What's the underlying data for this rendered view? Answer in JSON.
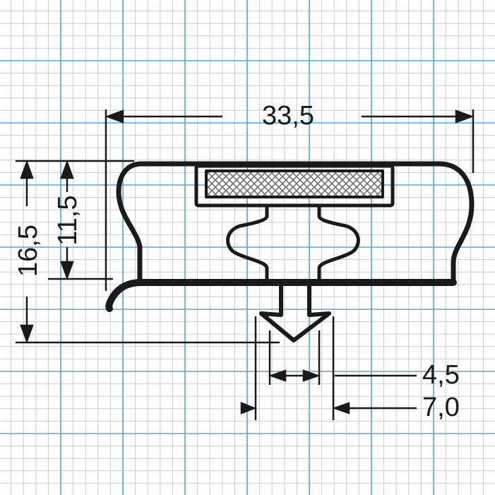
{
  "diagram": {
    "type": "gasket profile cross-section",
    "dimensions": {
      "overall_width": "33,5",
      "overall_height": "16,5",
      "body_height": "11,5",
      "dart_width_inner": "4,5",
      "dart_width_outer": "7,0"
    }
  },
  "colors": {
    "background": "#ffffff",
    "grid_fine": "#c8ccd0",
    "grid_major": "#4aa8e0",
    "outline": "#1a1a1a",
    "magnet_fill": "#8a8a8a"
  }
}
